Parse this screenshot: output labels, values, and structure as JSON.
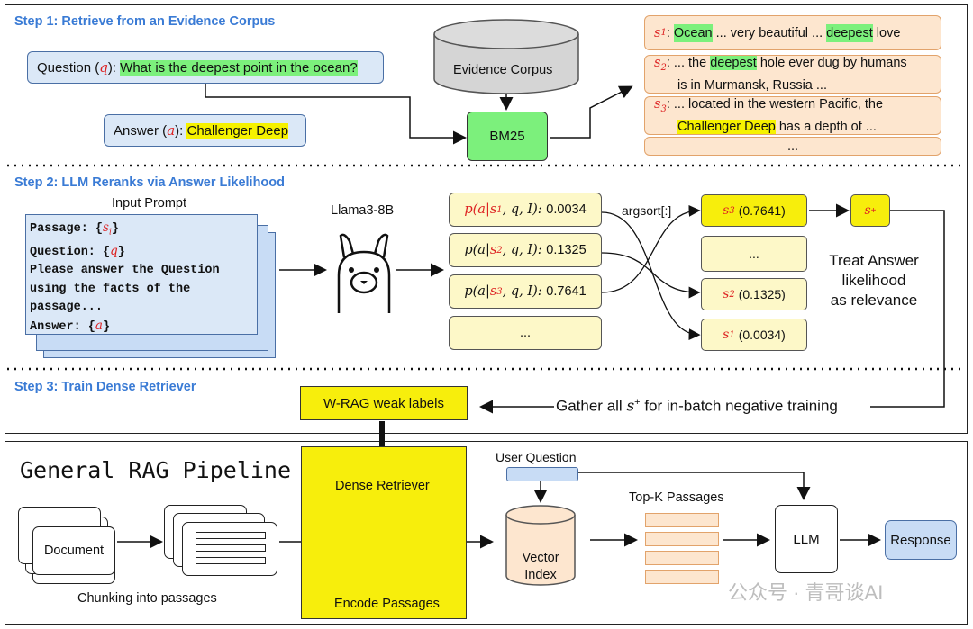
{
  "step1": {
    "title": "Step 1: Retrieve from an Evidence Corpus",
    "question_prefix": "Question (",
    "question_var": "q",
    "question_suffix": "): ",
    "question_text": "What is the deepest point in the ocean?",
    "answer_prefix": "Answer (",
    "answer_var": "a",
    "answer_suffix": "): ",
    "answer_text": "Challenger Deep",
    "corpus_label": "Evidence Corpus",
    "bm25_label": "BM25",
    "passages": [
      {
        "var": "s",
        "sub": "1",
        "parts": [
          "",
          "Ocean",
          " ... very beautiful ... ",
          "deepest",
          " love"
        ]
      },
      {
        "var": "s",
        "sub": "2",
        "line1_parts": [
          " ... the ",
          "deepest",
          " hole ever dug by humans"
        ],
        "line2": "is in Murmansk, Russia ..."
      },
      {
        "var": "s",
        "sub": "3",
        "line1": " ... located in the western Pacific, the",
        "line2_parts": [
          "Challenger Deep",
          " has a depth of ..."
        ]
      },
      {
        "text": "..."
      }
    ]
  },
  "step2": {
    "title": "Step 2: LLM Reranks via Answer Likelihood",
    "input_prompt_label": "Input Prompt",
    "prompt_lines": [
      "Passage: {",
      "Question: {",
      "Please answer the Question",
      "using the facts of the",
      "passage...",
      "Answer: {"
    ],
    "prompt_vars": [
      "s",
      "q",
      "a"
    ],
    "llm_label": "Llama3-8B",
    "likelihoods": [
      {
        "sub": "1",
        "value": "0.0034"
      },
      {
        "sub": "2",
        "value": "0.1325"
      },
      {
        "sub": "3",
        "value": "0.7641"
      },
      {
        "text": "..."
      }
    ],
    "argsort_label": "argsort[:]",
    "ranked": [
      {
        "sub": "3",
        "value": "(0.7641)"
      },
      {
        "text": "..."
      },
      {
        "sub": "2",
        "value": "(0.1325)"
      },
      {
        "sub": "1",
        "value": "(0.0034)"
      }
    ],
    "s_plus": "s",
    "treat_label_lines": [
      "Treat Answer",
      "likelihood",
      "as relevance"
    ]
  },
  "step3": {
    "title": "Step 3: Train Dense Retriever",
    "weak_labels": "W-RAG weak labels",
    "gather_prefix": "Gather all ",
    "gather_suffix": " for in-batch negative training"
  },
  "pipeline": {
    "title": "General RAG Pipeline",
    "document_label": "Document",
    "chunking_label": "Chunking into passages",
    "dense_retriever_label": "Dense Retriever",
    "encode_label": "Encode Passages",
    "user_question_label": "User Question",
    "vector_index_lines": [
      "Vector",
      "Index"
    ],
    "topk_label": "Top-K Passages",
    "llm_label": "LLM",
    "response_label": "Response"
  },
  "watermark": "公众号 · 青哥谈AI",
  "colors": {
    "step_title": "#3a7bd5",
    "highlight_green": "#7cf07c",
    "highlight_yellow": "#f6f200",
    "var_red": "#dd2222"
  }
}
